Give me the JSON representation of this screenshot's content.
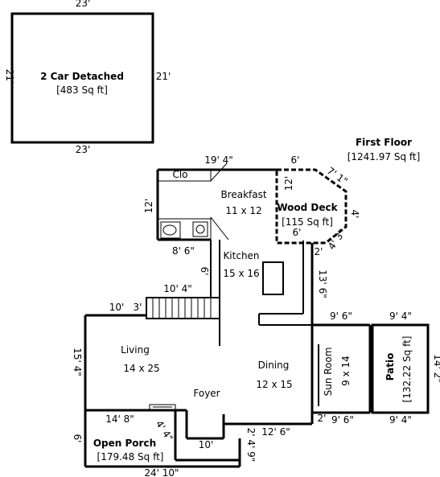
{
  "garage": {
    "title": "2 Car Detached",
    "area": "[483 Sq ft]",
    "dim_top": "23'",
    "dim_bottom": "23'",
    "dim_left": "21'",
    "dim_right": "21'"
  },
  "first_floor": {
    "title": "First Floor",
    "area": "[1241.97 Sq ft]"
  },
  "rooms": {
    "clo": "Clo",
    "breakfast": {
      "name": "Breakfast",
      "size": "11 x 12"
    },
    "kitchen": {
      "name": "Kitchen",
      "size": "15 x 16"
    },
    "living": {
      "name": "Living",
      "size": "14 x 25"
    },
    "dining": {
      "name": "Dining",
      "size": "12 x 15"
    },
    "foyer": "Foyer",
    "sun_room": {
      "name": "Sun Room",
      "size": "9 x 14"
    }
  },
  "wood_deck": {
    "title": "Wood Deck",
    "area": "[115 Sq ft]"
  },
  "patio": {
    "title": "Patio",
    "area": "[132.22 Sq ft]"
  },
  "open_porch": {
    "title": "Open Porch",
    "area": "[179.48 Sq ft]"
  },
  "dimensions": {
    "top_19_4": "19' 4\"",
    "deck_6_top": "6'",
    "deck_7_1": "7' 1\"",
    "deck_12": "12'",
    "deck_4": "4'",
    "deck_6_inner": "6'",
    "deck_4_3": "4' 3\"",
    "left_12": "12'",
    "w_8_6": "8' 6\"",
    "v_6": "6'",
    "v_2": "2'",
    "v_13_6": "13' 6\"",
    "w_10_4": "10' 4\"",
    "w_10": "10'",
    "v_3": "3'",
    "sun_9_6_top": "9' 6\"",
    "patio_9_4_top": "9' 4\"",
    "v_15_4": "15' 4\"",
    "patio_14_2": "14' 2\"",
    "w_14_8": "14' 8\"",
    "v_4_4": "4' 4\"",
    "v_2_bottom": "2'",
    "sun_9_6_bottom": "9' 6\"",
    "patio_9_4_bottom": "9' 4\"",
    "w_12_6": "12' 6\"",
    "v_2_4_9": "2' 4' 9\"",
    "porch_6": "6'",
    "porch_10": "10'",
    "bottom_24_10": "24' 10\""
  }
}
